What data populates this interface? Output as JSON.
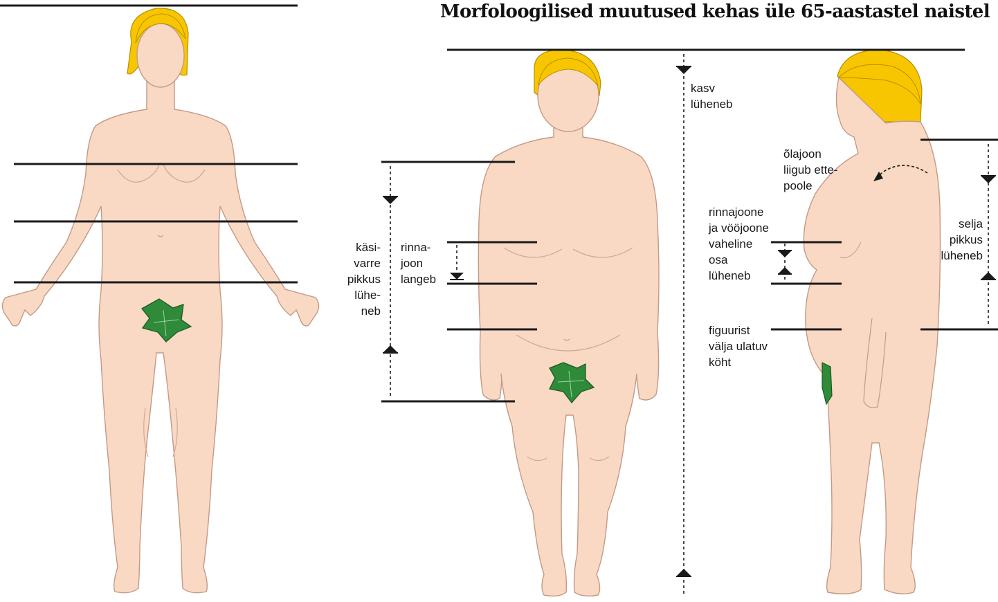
{
  "title": "Morfoloogilised muutused kehas üle 65-aastastel naistel",
  "colors": {
    "skin": "#f9d8c4",
    "skin_outline": "#c29a86",
    "hair": "#f7c600",
    "leaf": "#2f8a3a",
    "line": "#1a1a1a"
  },
  "labels": {
    "kasv": [
      "kasv",
      "lüheneb"
    ],
    "kasivarre": [
      "käsi-",
      "varre",
      "pikkus",
      "lühe-",
      "neb"
    ],
    "rinnajoon": [
      "rinna-",
      "joon",
      "langeb"
    ],
    "olajoon": [
      "õlajoon",
      "liigub ette-",
      "poole"
    ],
    "rinnajoone": [
      "rinnajoone",
      "ja vööjoone",
      "vaheline",
      "osa",
      "lüheneb"
    ],
    "figuurist": [
      "figuurist",
      "välja ulatuv",
      "köht"
    ],
    "selja": [
      "selja",
      "pikkus",
      "lüheneb"
    ]
  }
}
